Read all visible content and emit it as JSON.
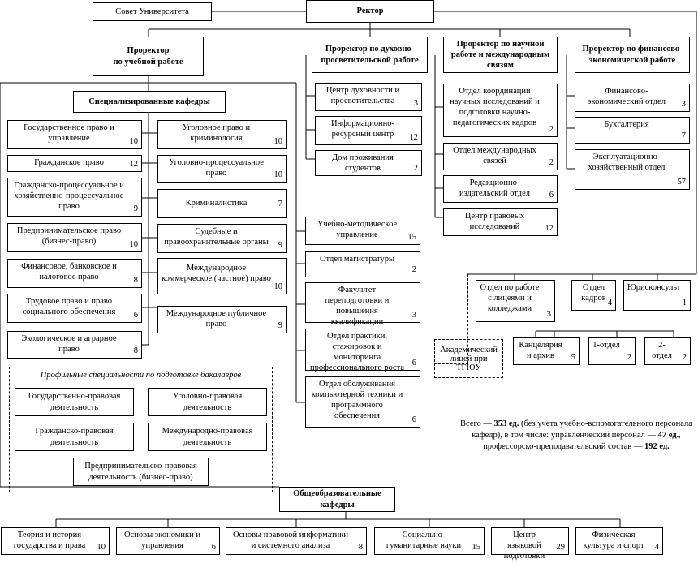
{
  "top": {
    "council": "Совет Университета",
    "rector": "Ректор"
  },
  "vp_academic": {
    "title": "Проректор\nпо учебной работе",
    "specialized": "Специализированные кафедры",
    "left_depts": [
      {
        "name": "Государственное право и управление",
        "n": "10"
      },
      {
        "name": "Гражданское право",
        "n": "12"
      },
      {
        "name": "Гражданско-процессуальное и хозяйственно-процессуальное право",
        "n": "9"
      },
      {
        "name": "Предпринимательское право (бизнес-право)",
        "n": "10"
      },
      {
        "name": "Финансовое, банковское и налоговое право",
        "n": "8"
      },
      {
        "name": "Трудовое право и право социального обеспечения",
        "n": "6"
      },
      {
        "name": "Экологическое и аграрное право",
        "n": "8"
      }
    ],
    "right_depts": [
      {
        "name": "Уголовное право и криминология",
        "n": "10"
      },
      {
        "name": "Уголовно-процессуальное право",
        "n": "10"
      },
      {
        "name": "Криминалистика",
        "n": "7"
      },
      {
        "name": "Судебные и правоохранительные органы",
        "n": "9"
      },
      {
        "name": "Международное коммерческое (частное) право",
        "n": "10"
      },
      {
        "name": "Международное публичное право",
        "n": "9"
      }
    ],
    "profile_title": "Профильные специальности по подготовке бакалавров",
    "profiles": [
      "Государственно-правовая деятельность",
      "Уголовно-правовая деятельность",
      "Гражданско-правовая деятельность",
      "Международно-правовая деятельность",
      "Предпринимательско-правовая деятельность (бизнес-право)"
    ],
    "units": [
      {
        "name": "Учебно-методическое управление",
        "n": "15"
      },
      {
        "name": "Отдел магистратуры",
        "n": "2"
      },
      {
        "name": "Факультет переподготовки и повышения квалификации педагогических кадров",
        "n": "3"
      },
      {
        "name": "Отдел практики, стажировок и мониторинга профессионального роста",
        "n": "6"
      },
      {
        "name": "Отдел обслуживания компьютерной техники и программного обеспечения",
        "n": "6"
      }
    ]
  },
  "vp_spiritual": {
    "title": "Проректор по духовно-просветительской работе",
    "units": [
      {
        "name": "Центр духовности и просветительства",
        "n": "3"
      },
      {
        "name": "Информационно-ресурсный центр",
        "n": "12"
      },
      {
        "name": "Дом проживания студентов",
        "n": "2"
      }
    ]
  },
  "vp_science": {
    "title": "Проректор по научной работе и международным связям",
    "units": [
      {
        "name": "Отдел координации научных исследований и подготовки научно-педагогических кадров",
        "n": "2"
      },
      {
        "name": "Отдел международных связей",
        "n": "2"
      },
      {
        "name": "Редакционно-издательский отдел",
        "n": "6"
      },
      {
        "name": "Центр правовых исследований",
        "n": "12"
      }
    ]
  },
  "vp_finance": {
    "title": "Проректор по финансово-экономической работе",
    "units": [
      {
        "name": "Финансово-экономический отдел",
        "n": "3"
      },
      {
        "name": "Бухгалтерия",
        "n": "7"
      },
      {
        "name": "Эксплуатационно-хозяйственный отдел",
        "n": "57"
      }
    ]
  },
  "direct": [
    {
      "name": "Отдел по работе с лицеями и колледжами",
      "n": "3"
    },
    {
      "name": "Отдел кадров",
      "n": "4"
    },
    {
      "name": "Юрисконсульт",
      "n": "1"
    },
    {
      "name": "Канцелярия и архив",
      "n": "5"
    },
    {
      "name": "1-отдел",
      "n": "2"
    },
    {
      "name": "2-отдел",
      "n": "2"
    }
  ],
  "lyceum": "Академический лицей при ТГЮУ",
  "total": {
    "l1a": "Всего — ",
    "l1b": "353 ед.",
    "l1c": " (без учета учебно-вспомогательного персонала кафедр), в том числе: управленческий персонал — ",
    "l1d": "47 ед.",
    "l1e": ", профессорско-преподавательский состав — ",
    "l1f": "192 ед."
  },
  "general": {
    "title": "Общеобразовательные кафедры",
    "depts": [
      {
        "name": "Теория и история государства и права",
        "n": "10"
      },
      {
        "name": "Основы экономики и управления",
        "n": "6"
      },
      {
        "name": "Основы правовой информатики и системного анализа",
        "n": "8"
      },
      {
        "name": "Социально-гуманитарные науки",
        "n": "15"
      },
      {
        "name": "Центр языковой подготовки",
        "n": "29"
      },
      {
        "name": "Физическая культура и спорт",
        "n": "4"
      }
    ]
  }
}
